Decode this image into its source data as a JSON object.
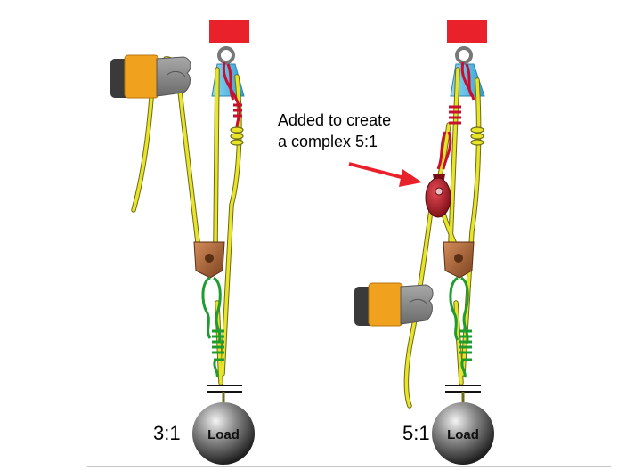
{
  "left_system": {
    "ratio_label": "3:1",
    "load_label": "Load"
  },
  "right_system": {
    "ratio_label": "5:1",
    "load_label": "Load",
    "annotation_line1": "Added to create",
    "annotation_line2": "a complex 5:1"
  },
  "colors": {
    "anchor": "#e8212b",
    "rope_main": "#e8e42a",
    "rope_outline": "#6d6a16",
    "prusik_red": "#c8102e",
    "prusik_green": "#1e9c2f",
    "pulley_blue": "#5cc2ec",
    "pulley_bronze": "#b0693a",
    "pulley_red": "#b3151f",
    "glove_orange": "#f0a21e",
    "glove_gray": "#8a8a8a",
    "arrow": "#e8212b",
    "load": "#3d3d3d"
  }
}
